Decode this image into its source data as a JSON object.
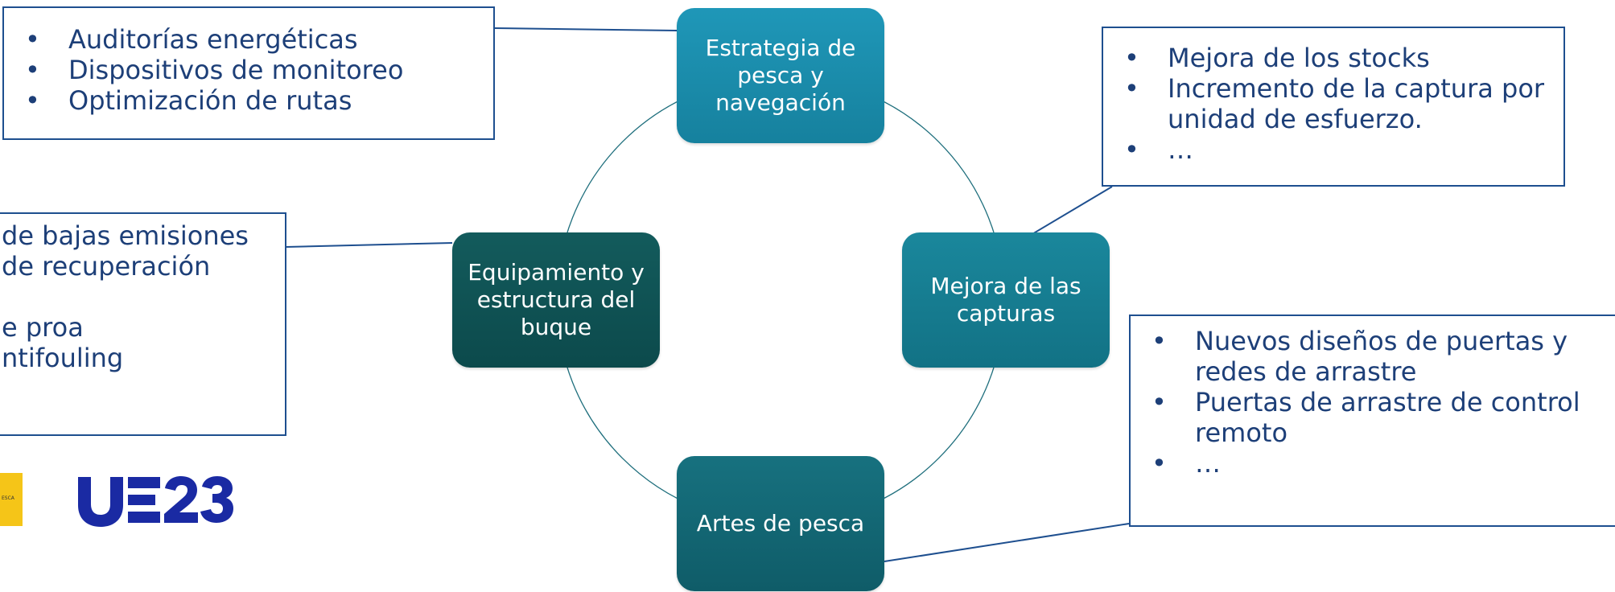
{
  "nodes": {
    "top": "Estrategia de pesca y navegación",
    "right": "Mejora de las capturas",
    "bottom": "Artes de pesca",
    "left": "Equipamiento y estructura del buque"
  },
  "callouts": {
    "top_left": [
      "Auditorías energéticas",
      "Dispositivos de monitoreo",
      "Optimización de rutas"
    ],
    "top_right": [
      "Mejora de los stocks",
      "Incremento de la captura por unidad de esfuerzo.",
      "…"
    ],
    "bottom_right": [
      "Nuevos diseños de puertas y redes de arrastre",
      "Puertas de arrastre de control remoto",
      "…"
    ],
    "left": [
      "de bajas emisiones",
      "de recuperación",
      "",
      "e proa",
      "ntifouling"
    ]
  },
  "logos": {
    "yellow_text": "ESCA",
    "ue23": "UE23"
  },
  "colors": {
    "box_border": "#1e4f8f",
    "text": "#1d3f78",
    "connector": "#1e4f8f",
    "cycle": "#1f6f7d",
    "ue23_blue": "#1a2aa3",
    "ue23_red": "#e0242f",
    "ue23_yellow": "#f5c518"
  }
}
